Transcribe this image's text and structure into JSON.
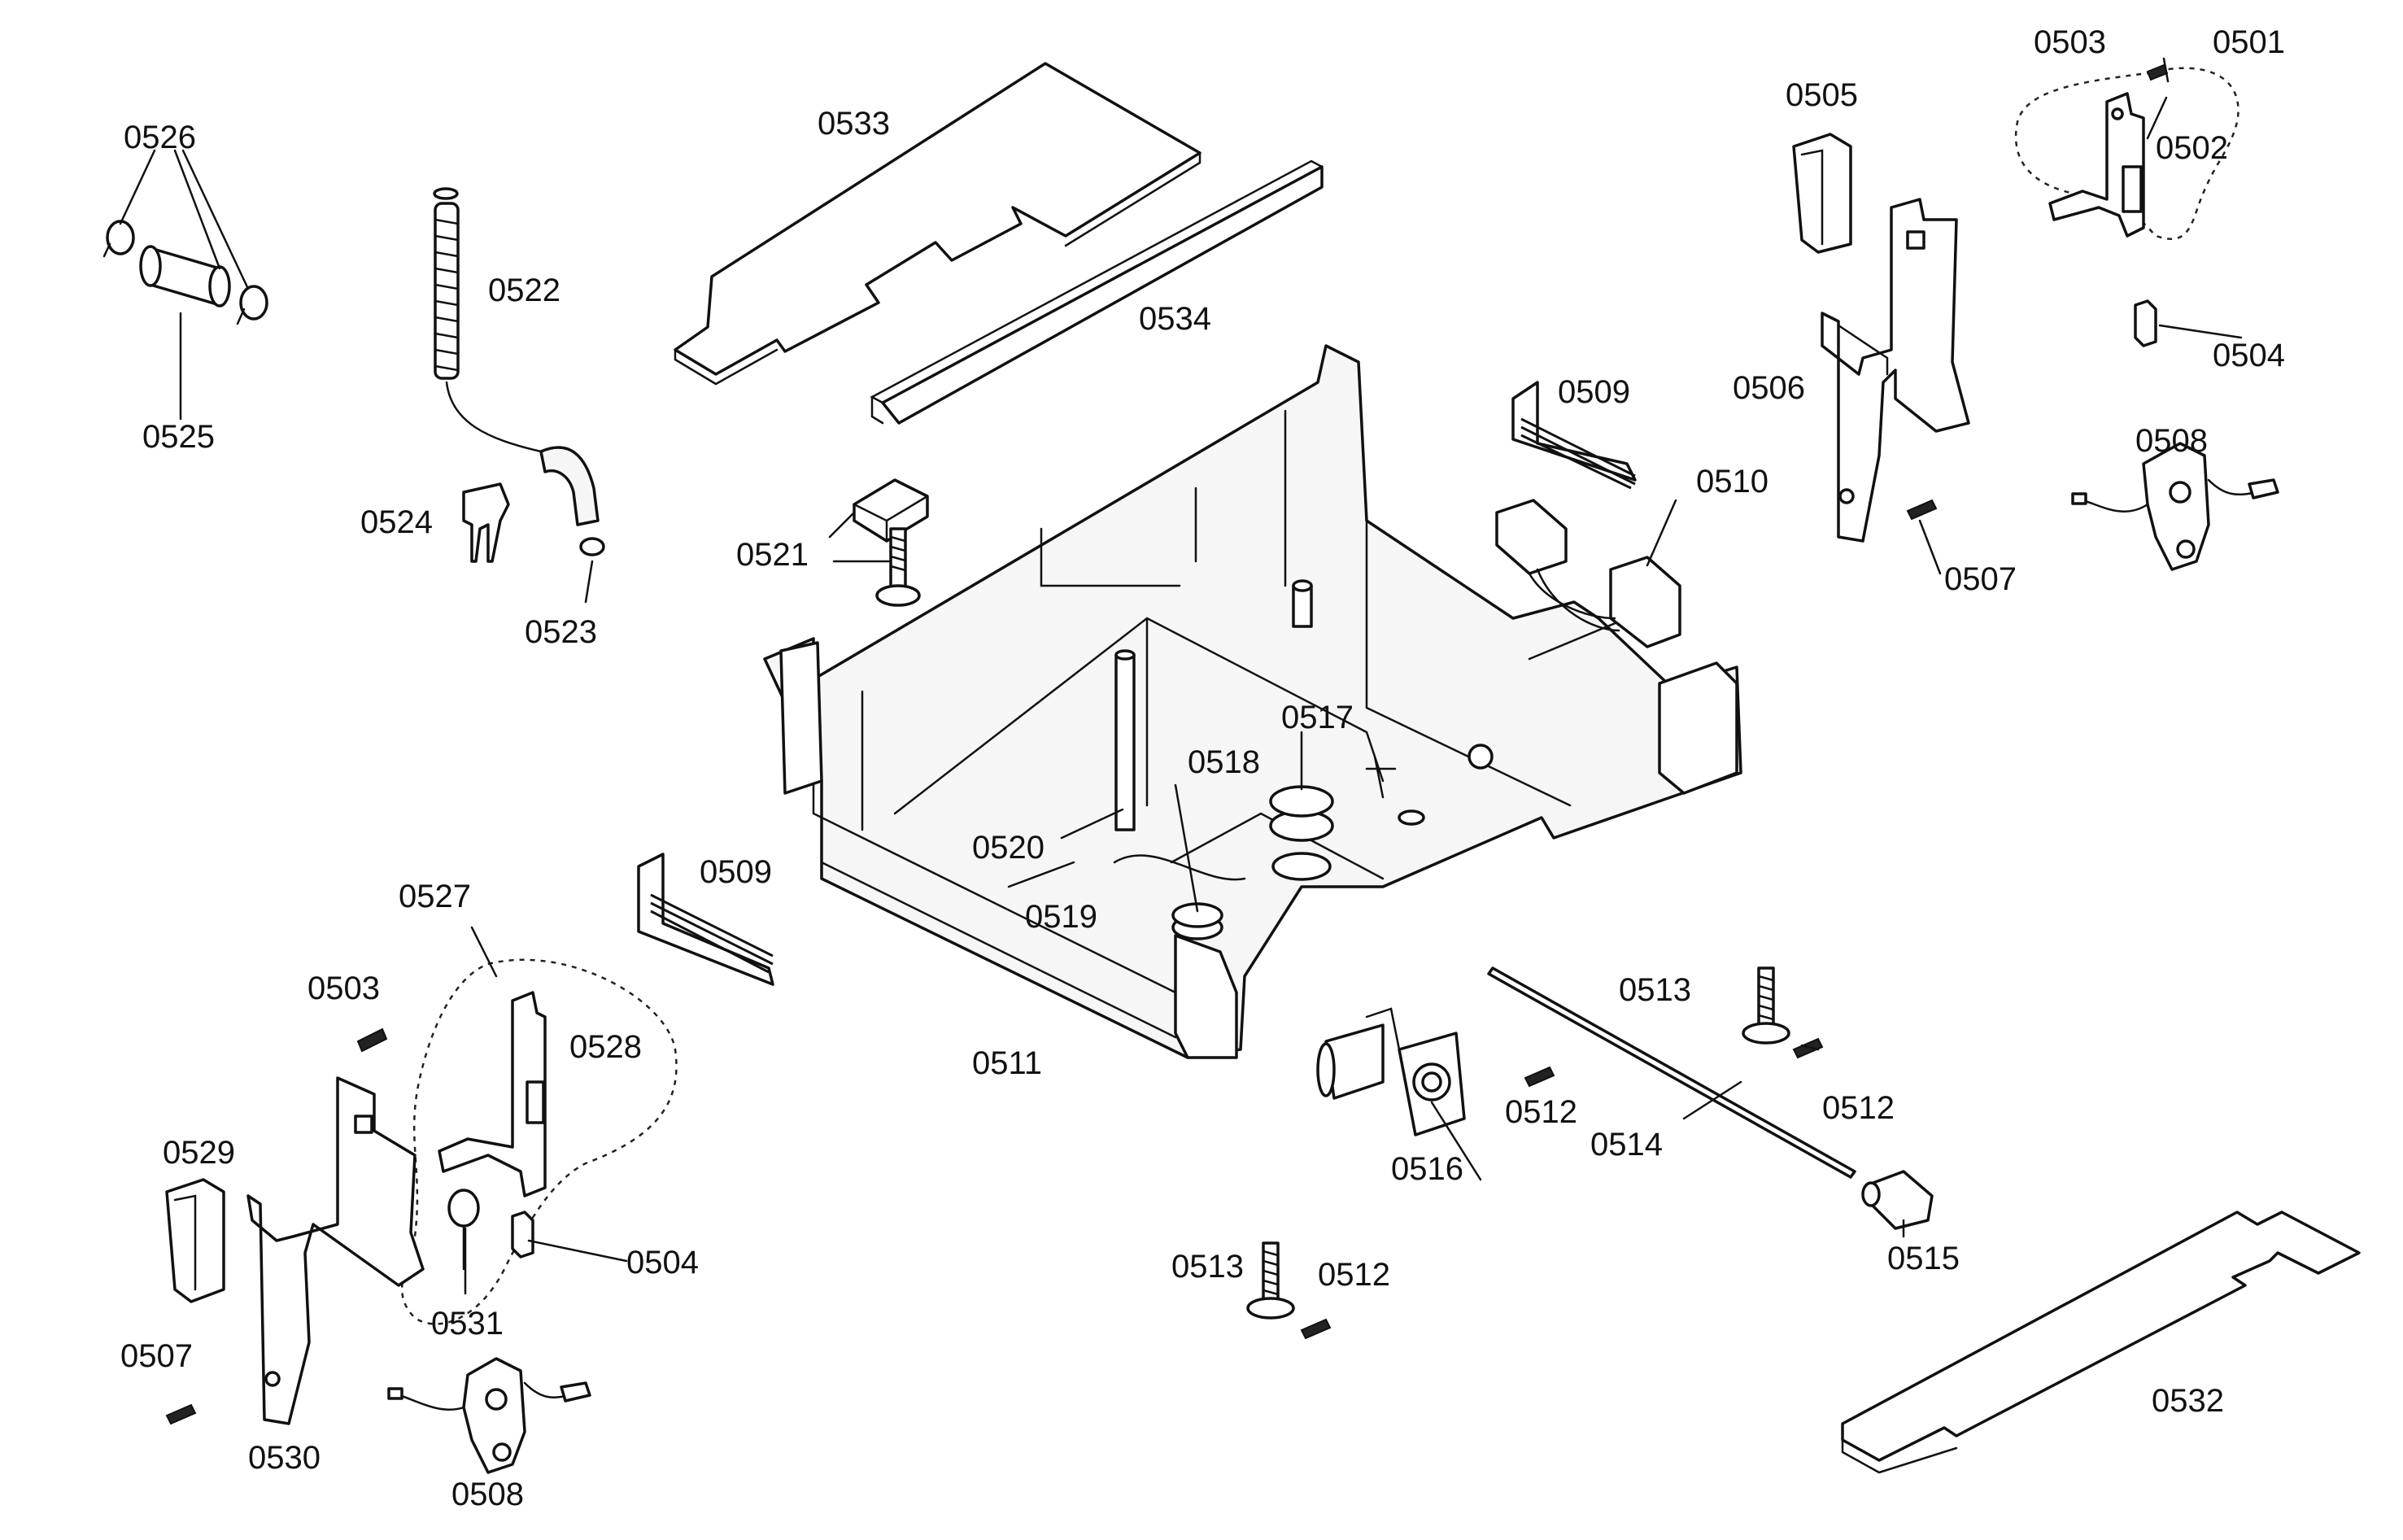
{
  "diagram": {
    "labels": {
      "p0501": "0501",
      "p0502": "0502",
      "p0503a": "0503",
      "p0503b": "0503",
      "p0504a": "0504",
      "p0504b": "0504",
      "p0505": "0505",
      "p0506": "0506",
      "p0507a": "0507",
      "p0507b": "0507",
      "p0508a": "0508",
      "p0508b": "0508",
      "p0509a": "0509",
      "p0509b": "0509",
      "p0510": "0510",
      "p0511": "0511",
      "p0512a": "0512",
      "p0512b": "0512",
      "p0512c": "0512",
      "p0513a": "0513",
      "p0513b": "0513",
      "p0514": "0514",
      "p0515": "0515",
      "p0516": "0516",
      "p0517": "0517",
      "p0518": "0518",
      "p0519": "0519",
      "p0520": "0520",
      "p0521": "0521",
      "p0522": "0522",
      "p0523": "0523",
      "p0524": "0524",
      "p0525": "0525",
      "p0526": "0526",
      "p0527": "0527",
      "p0528": "0528",
      "p0529": "0529",
      "p0530": "0530",
      "p0531": "0531",
      "p0532": "0532",
      "p0533": "0533",
      "p0534": "0534"
    }
  }
}
